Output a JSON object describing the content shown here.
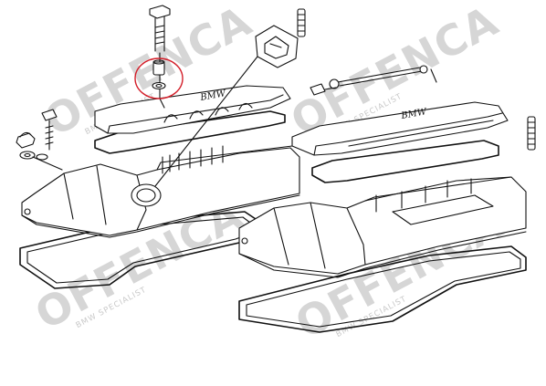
{
  "watermark": {
    "brand": "OFFENCA",
    "subtitle": "BMW SPECIALIST"
  },
  "colors": {
    "line": "#111111",
    "highlight": "#d31f2a",
    "watermark": "#d6d6d6"
  },
  "labels": {
    "cover_left_script": "BMW",
    "cover_right_script": "BMW"
  }
}
